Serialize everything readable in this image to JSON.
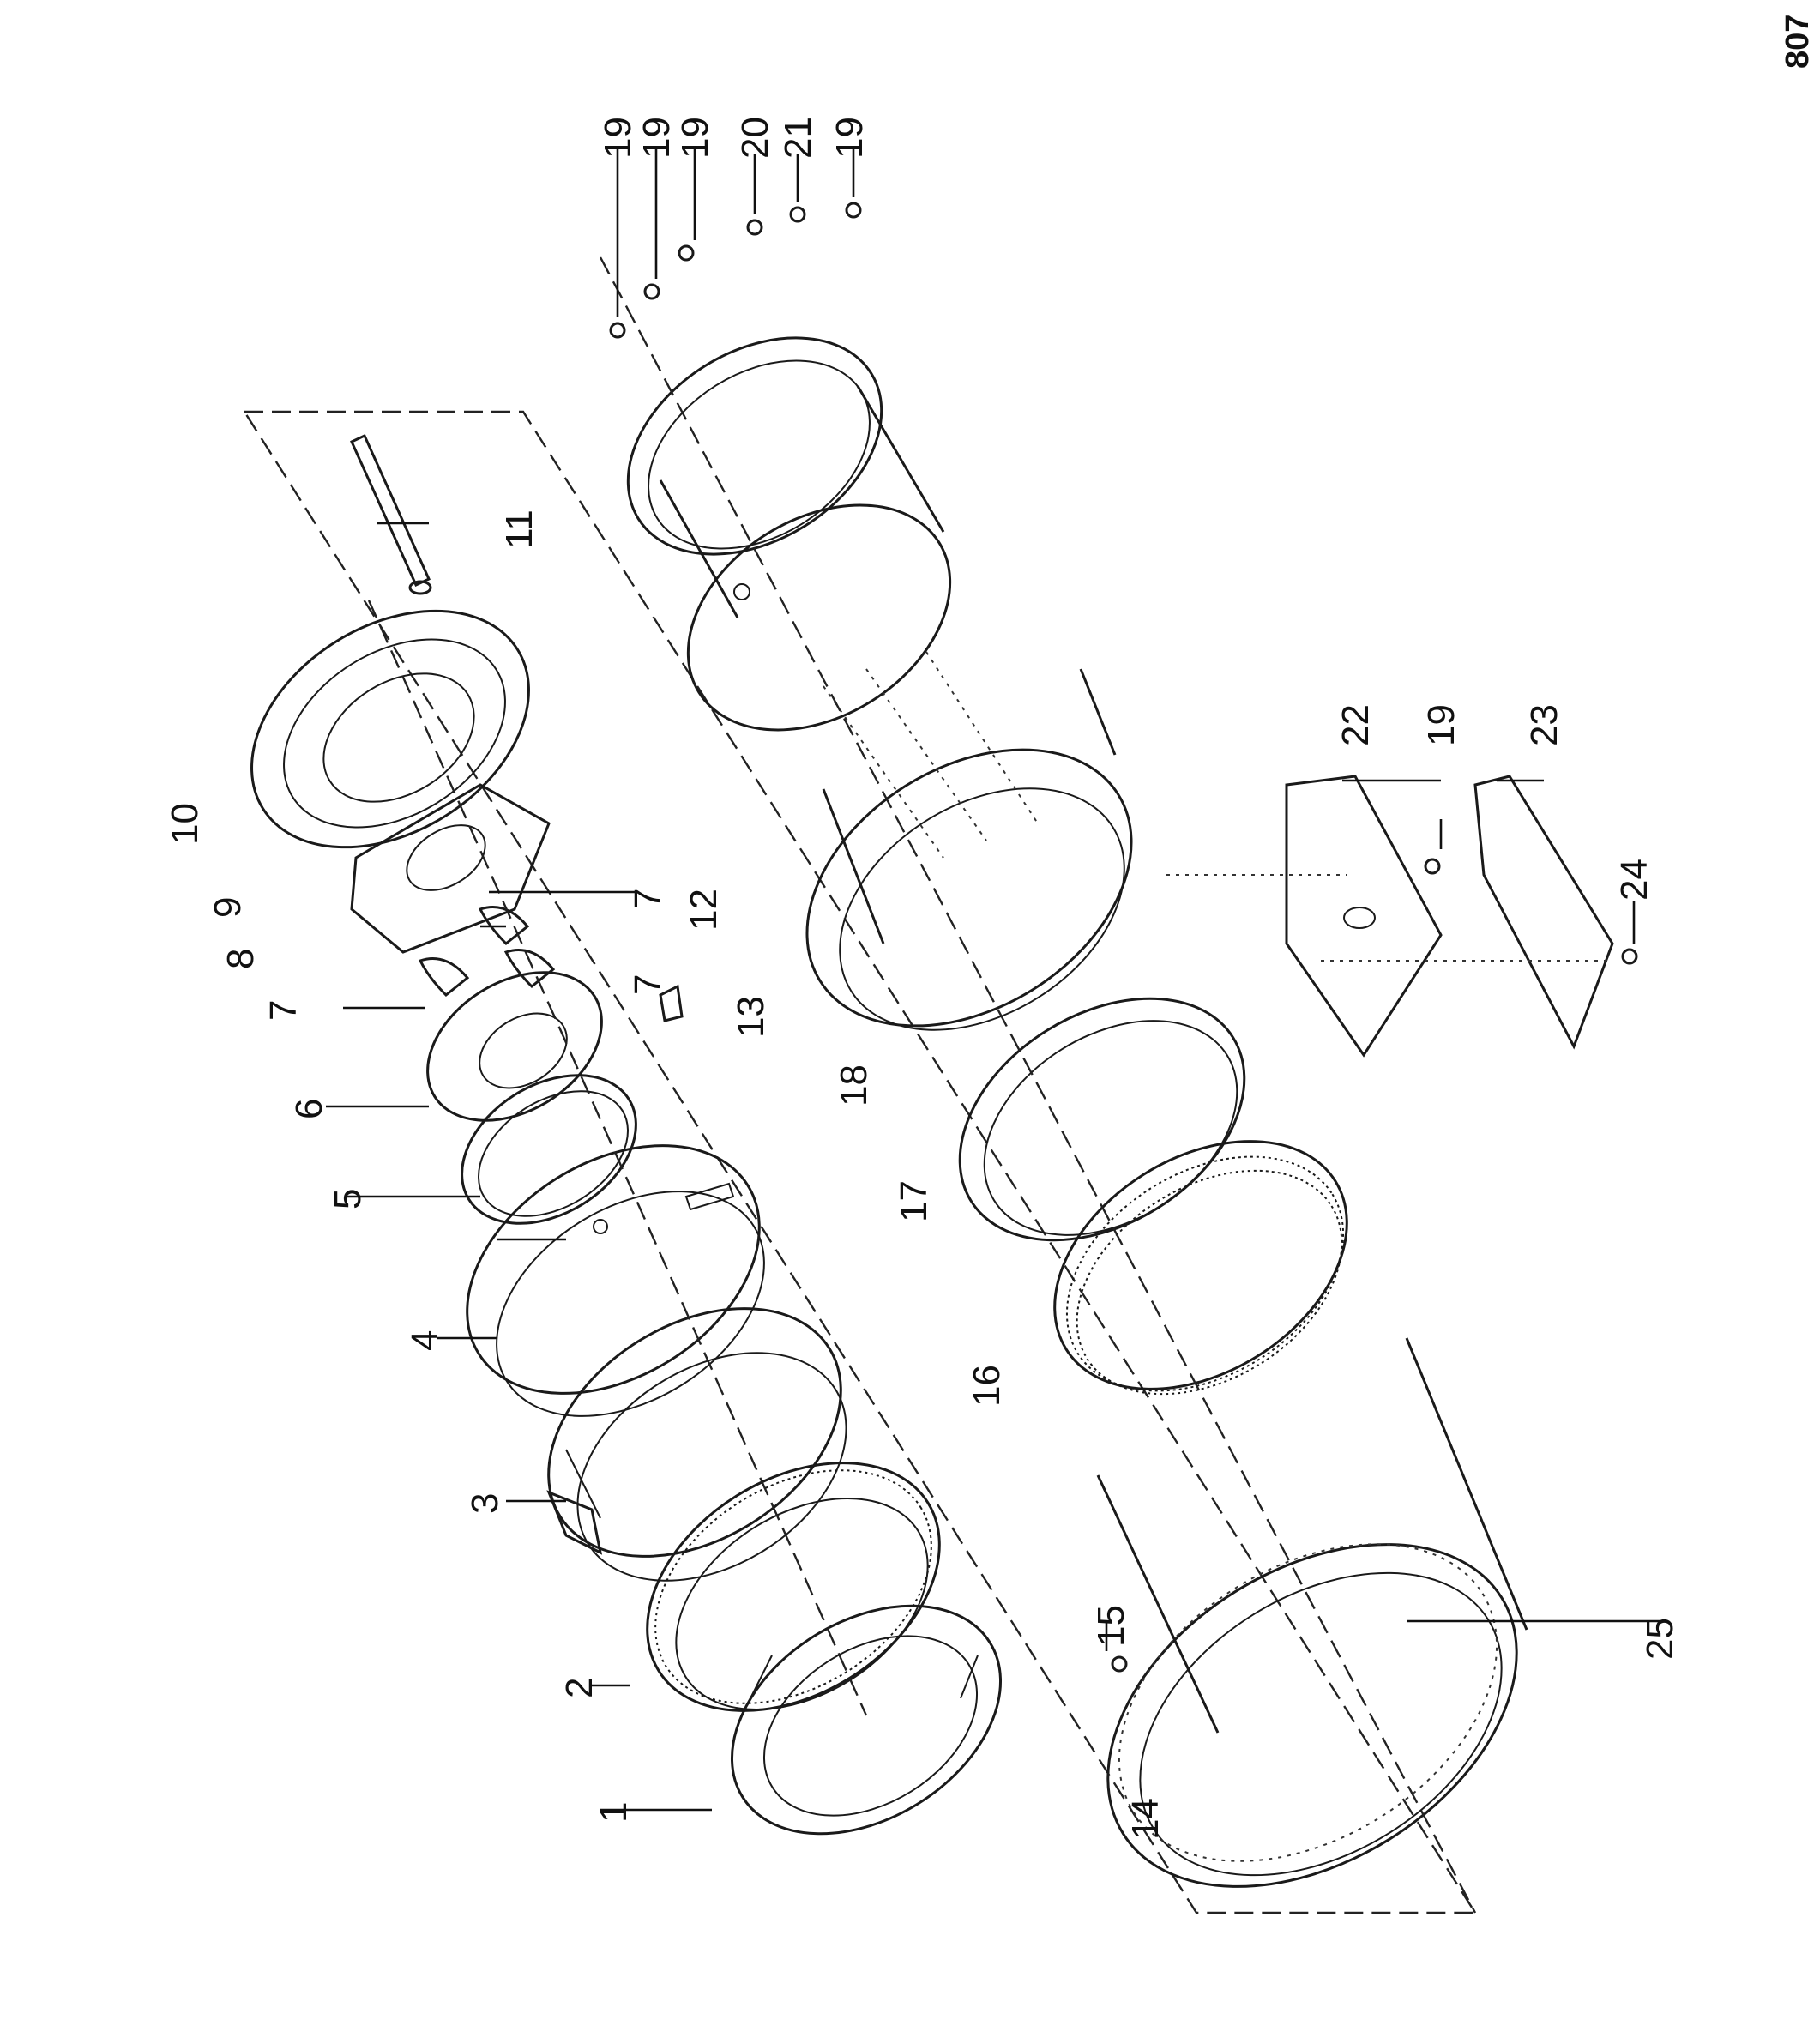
{
  "page_number": "807",
  "callouts": {
    "c1": "1",
    "c2": "2",
    "c3": "3",
    "c4": "4",
    "c5": "5",
    "c6": "6",
    "c7a": "7",
    "c7b": "7",
    "c7c": "7",
    "c8": "8",
    "c9": "9",
    "c10": "10",
    "c11": "11",
    "c12": "12",
    "c13": "13",
    "c14": "14",
    "c15": "15",
    "c16": "16",
    "c17": "17",
    "c18": "18",
    "c19a": "19",
    "c19b": "19",
    "c19c": "19",
    "c19d": "19",
    "c19e": "19",
    "c20": "20",
    "c21": "21",
    "c22": "22",
    "c23": "23",
    "c24": "24",
    "c25": "25"
  }
}
